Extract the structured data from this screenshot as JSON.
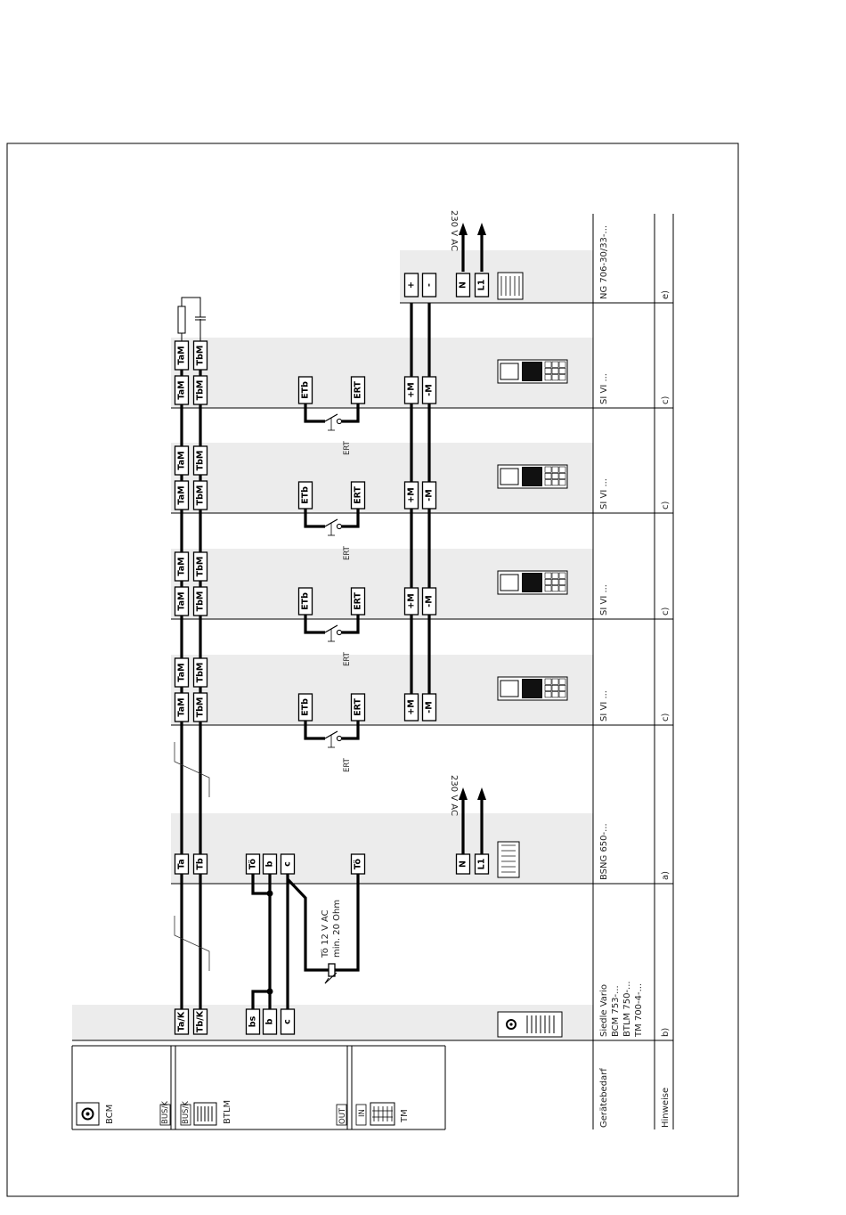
{
  "columns": {
    "b": {
      "terminals": [
        "Ta/K",
        "Tb/K",
        "bs",
        "b",
        "c"
      ],
      "req": [
        "Siedle Vario",
        "BCM 753-...",
        "BTLM 750-...",
        "TM 700-4-..."
      ],
      "note": "b)"
    },
    "a": {
      "terminals_top": [
        "Ta",
        "Tb",
        "Tö",
        "b",
        "c"
      ],
      "terminal_mid": "Tö",
      "terminals_power": [
        "N",
        "L1"
      ],
      "voltage": "230 V AC",
      "req": "BSNG 650-...",
      "note": "a)",
      "load_text": [
        "Tö 12 V AC",
        "min. 20 Ohm"
      ]
    },
    "c": {
      "terminals_bus": [
        "TaM",
        "TbM"
      ],
      "terminals_bus_out": [
        "TaM",
        "TbM"
      ],
      "terminals_ert": [
        "ETb",
        "ERT"
      ],
      "switch_label": "ERT",
      "terminals_m": [
        "+M",
        "-M"
      ],
      "req": "SI VI ...",
      "note": "c)"
    },
    "e": {
      "terminals": [
        "+",
        "-",
        "N",
        "L1"
      ],
      "voltage": "230 V AC",
      "req": "NG 706-30/33-...",
      "note": "e)"
    }
  },
  "legend": {
    "bcm_label": "BCM",
    "btlm_label": "BTLM",
    "tm_label": "TM",
    "btlm_ports": [
      "BUS/K",
      "BUS/K"
    ],
    "tm_ports": [
      "OUT",
      "IN"
    ]
  },
  "footer": {
    "requirement_label": "Gerätebedarf",
    "notes_label": "Hinweise"
  }
}
